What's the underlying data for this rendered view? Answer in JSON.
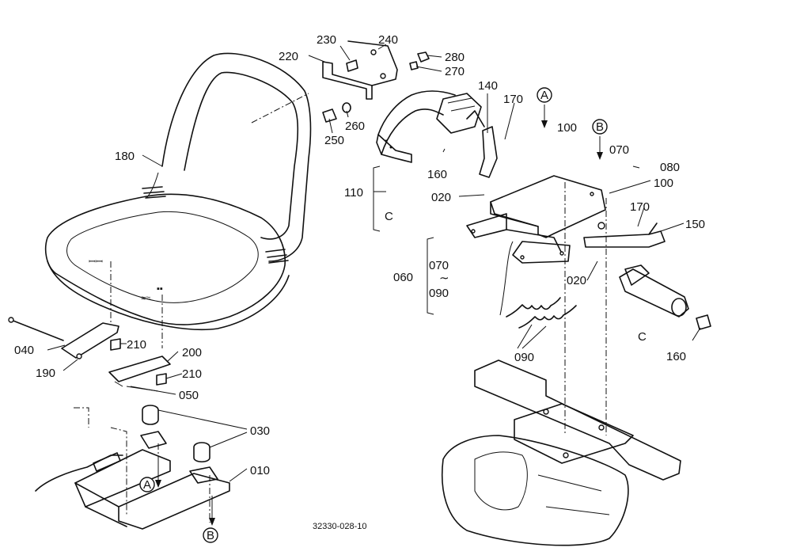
{
  "diagram_id": "32330-028-10",
  "callouts": {
    "c230": "230",
    "c240": "240",
    "c220": "220",
    "c280": "280",
    "c270": "270",
    "c250": "250",
    "c260": "260",
    "c140": "140",
    "c170a": "170",
    "c100a": "100",
    "c070a": "070",
    "c080": "080",
    "c100b": "100",
    "c180": "180",
    "c110": "110",
    "c160a": "160",
    "c020a": "020",
    "c170b": "170",
    "c150": "150",
    "c060": "060",
    "c070b": "070",
    "c090a": "090",
    "c020b": "020",
    "c090b": "090",
    "c160b": "160",
    "c040": "040",
    "c190": "190",
    "c210a": "210",
    "c200": "200",
    "c210b": "210",
    "c050": "050",
    "c030": "030",
    "c010": "010"
  },
  "refs": {
    "A_top": "A",
    "B_top": "B",
    "A_bottom": "A",
    "B_bottom": "B",
    "C_left": "C",
    "C_right": "C",
    "tilde": "∼"
  }
}
